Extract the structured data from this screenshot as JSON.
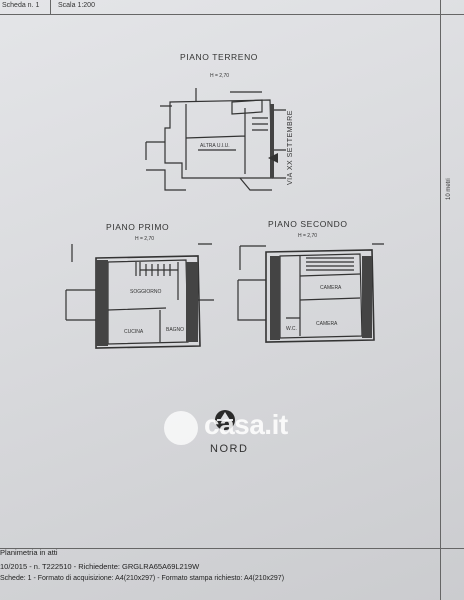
{
  "header": {
    "scheda": "Scheda n. 1",
    "scala": "Scala 1:200"
  },
  "floors": {
    "terreno": {
      "title": "PIANO TERRENO",
      "height": "H = 2,70",
      "room": "ALTRA U.I.U."
    },
    "primo": {
      "title": "PIANO PRIMO",
      "height": "H = 2,70",
      "rooms": [
        "SOGGIORNO",
        "CUCINA",
        "BAGNO"
      ]
    },
    "secondo": {
      "title": "PIANO SECONDO",
      "height": "H = 2,70",
      "rooms": [
        "CAMERA",
        "CAMERA",
        "W.C."
      ]
    }
  },
  "street": "VIA XX SETTEMBRE",
  "scale_bar": "10 metri",
  "north_label": "NORD",
  "watermark": "casa.it",
  "footer": {
    "line1": "Planimetria in atti",
    "line2": "10/2015 - n. T222510 - Richiedente: GRGLRA65A69L219W",
    "line3": "Schede: 1 - Formato di acquisizione: A4(210x297) - Formato stampa richiesto: A4(210x297)"
  },
  "colors": {
    "paper": "#e0e1e4",
    "ink": "#2f2f2f",
    "watermark": "#ffffff"
  }
}
